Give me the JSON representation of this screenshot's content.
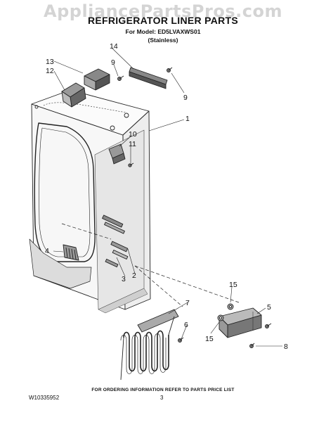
{
  "watermark": "AppliancePartsPros.com",
  "header": {
    "title": "REFRIGERATOR LINER PARTS",
    "model": "For Model: ED5LVAXWS01",
    "variant": "(Stainless)"
  },
  "callouts": [
    "1",
    "2",
    "3",
    "4",
    "5",
    "6",
    "7",
    "8",
    "9",
    "9",
    "10",
    "11",
    "12",
    "13",
    "14",
    "15",
    "15"
  ],
  "footer": {
    "note": "FOR ORDERING INFORMATION REFER TO PARTS PRICE LIST",
    "doc_number": "W10335952",
    "page": "3"
  }
}
